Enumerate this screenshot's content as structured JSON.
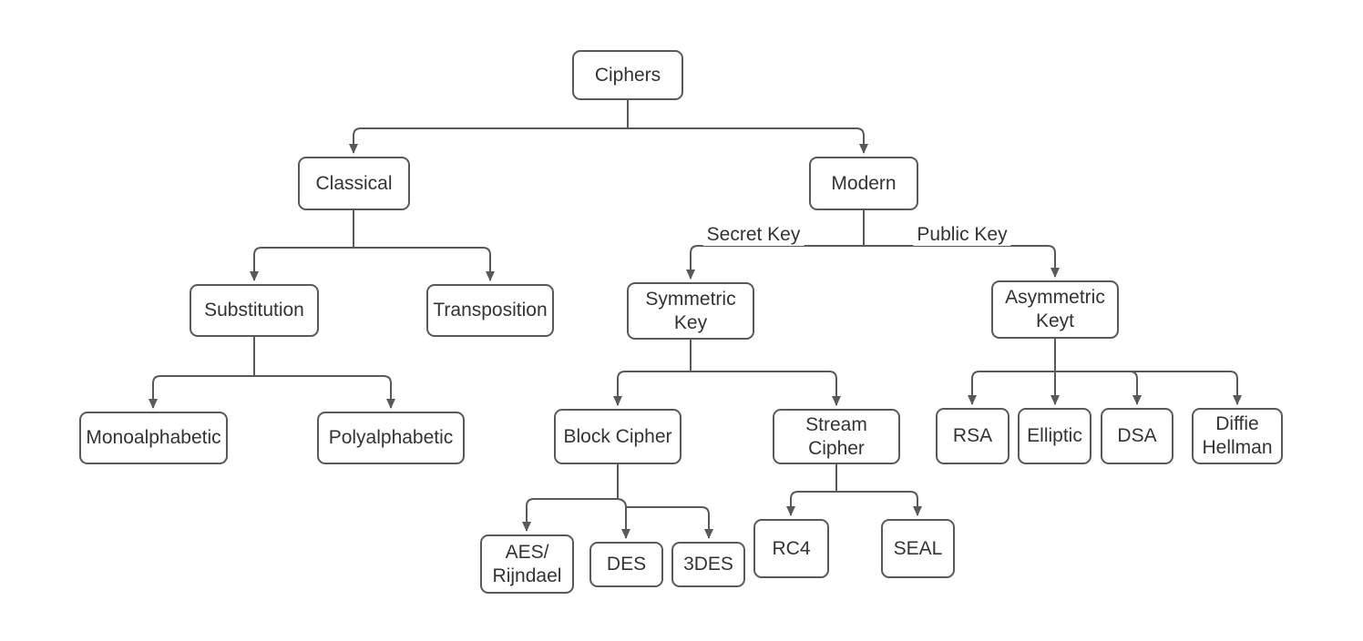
{
  "colors": {
    "background": "#ffffff",
    "border": "#595959",
    "line": "#595959",
    "arrow": "#595959",
    "text": "#333333"
  },
  "nodes": {
    "ciphers": "Ciphers",
    "classical": "Classical",
    "modern": "Modern",
    "substitution": "Substitution",
    "transposition": "Transposition",
    "symmetric_key": "Symmetric\nKey",
    "asymmetric_key": "Asymmetric\nKeyt",
    "monoalphabetic": "Monoalphabetic",
    "polyalphabetic": "Polyalphabetic",
    "block_cipher": "Block Cipher",
    "stream_cipher": "Stream\nCipher",
    "rsa": "RSA",
    "elliptic": "Elliptic",
    "dsa": "DSA",
    "diffie_hellman": "Diffie\nHellman",
    "aes_rijndael": "AES/\nRijndael",
    "des": "DES",
    "tdes": "3DES",
    "rc4": "RC4",
    "seal": "SEAL"
  },
  "edge_labels": {
    "secret_key": "Secret Key",
    "public_key": "Public Key"
  }
}
